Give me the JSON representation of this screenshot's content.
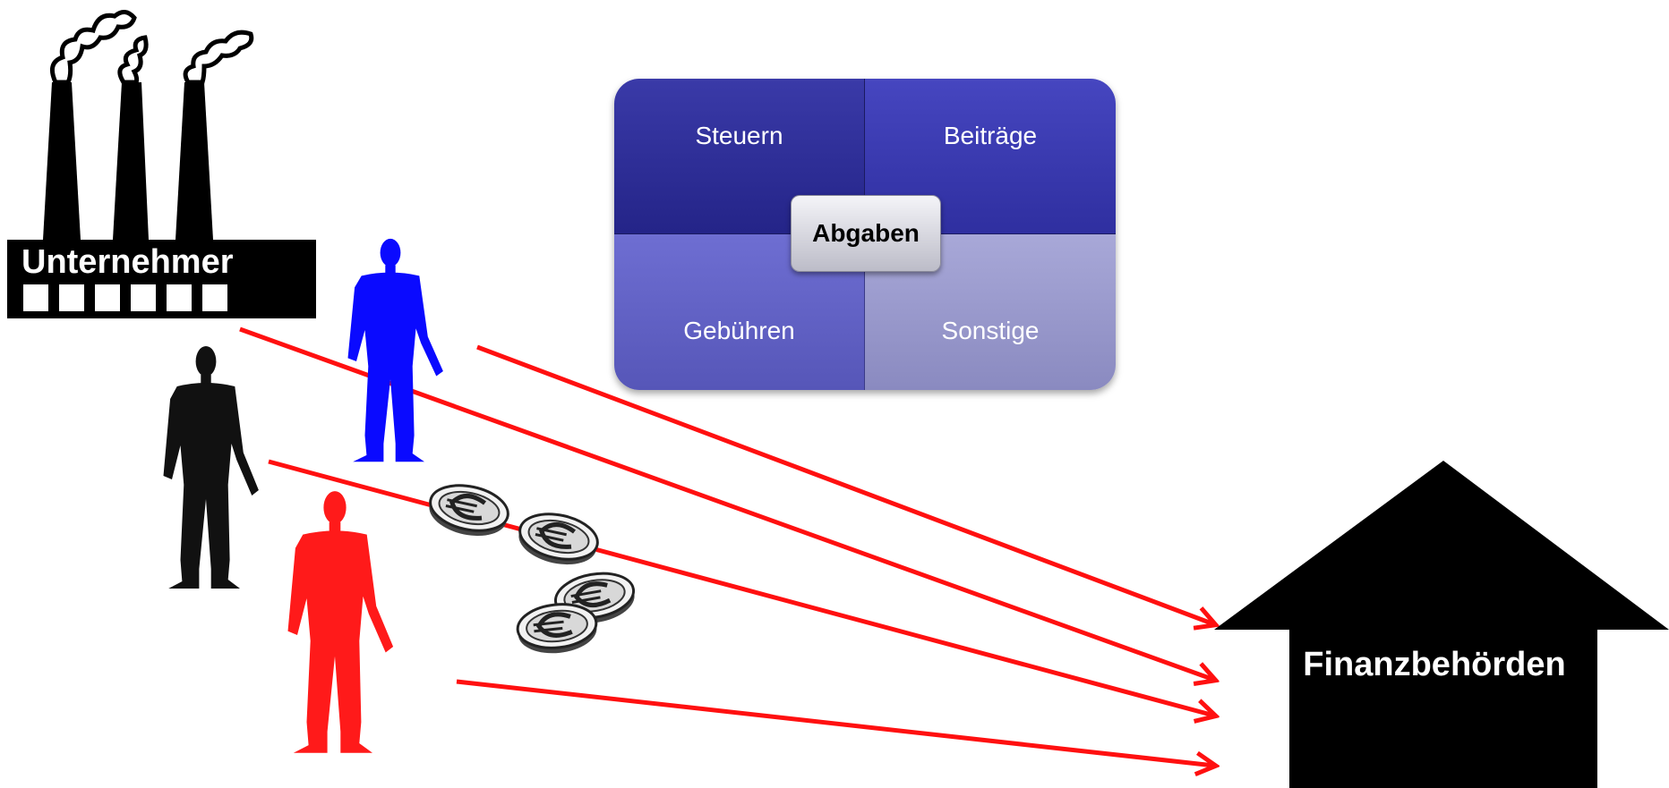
{
  "factory": {
    "label": "Unternehmer"
  },
  "matrix": {
    "center": "Abgaben",
    "cells": {
      "top_left": "Steuern",
      "top_right": "Beiträge",
      "bottom_left": "Gebühren",
      "bottom_right": "Sonstige"
    }
  },
  "authority": {
    "label": "Finanzbehörden"
  },
  "colors": {
    "arrow": "#ff1010",
    "person_blue": "#0a0aff",
    "person_black": "#111111",
    "person_red": "#ff1a1a",
    "matrix_dark": "#242488",
    "matrix_light": "#9a9acc"
  },
  "icons": [
    "factory-icon",
    "person-icon",
    "euro-coin-icon",
    "house-arrow-icon"
  ]
}
